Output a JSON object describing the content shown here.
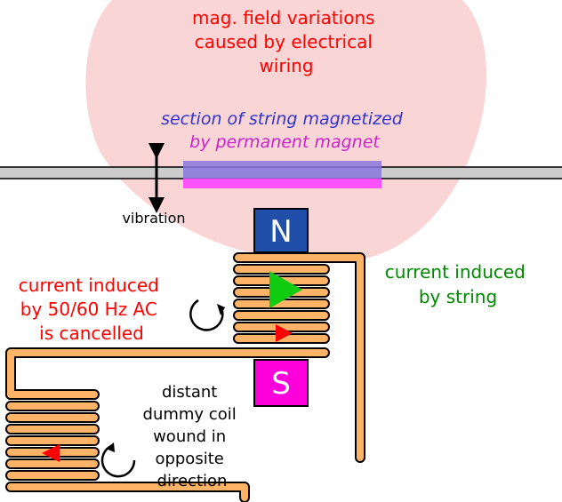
{
  "labels": {
    "field_variations": [
      "mag. field variations",
      "caused by electrical",
      "wiring"
    ],
    "magnetized_section": [
      "section of string magnetized",
      "by permanent magnet"
    ],
    "vibration": "vibration",
    "magnet_north": "N",
    "magnet_south": "S",
    "induced_by_string": [
      "current induced",
      "by string"
    ],
    "ac_cancelled": [
      "current induced",
      "by 50/60 Hz AC",
      "is cancelled"
    ],
    "dummy_coil": [
      "distant",
      "dummy coil",
      "wound in",
      "opposite",
      "direction"
    ]
  },
  "colors": {
    "field_region": "#f9d6d5",
    "field_text": "#ff0000",
    "magnetized_text_top": "#3333cc",
    "magnetized_text_bottom": "#cc22cc",
    "magnetized_band_top": "#8877dd",
    "magnetized_band_bottom": "#ff44ff",
    "string_fill": "#cccccc",
    "magnet_north": "#1f4fa8",
    "magnet_south": "#ff00dd",
    "coil_wire": "#ffb366",
    "induced_text": "#008800",
    "arrow_green": "#11cc11",
    "arrow_red": "#ff0000"
  },
  "icons": [
    "double-arrow-icon",
    "clockwise-arrow-icon",
    "counterclockwise-arrow-icon"
  ]
}
